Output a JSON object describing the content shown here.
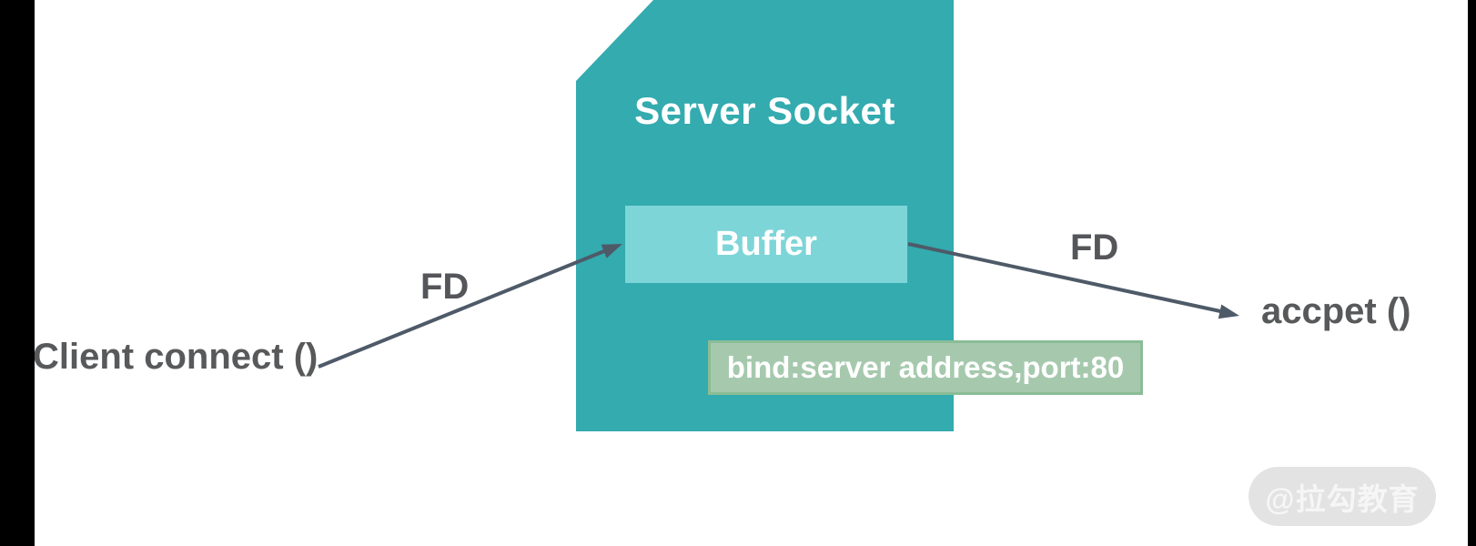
{
  "canvas": {
    "background": "#ffffff",
    "side_bar_color": "#000000"
  },
  "diagram": {
    "server_socket": {
      "title": "Server Socket",
      "fill": "#33abaf",
      "text_color": "#ffffff"
    },
    "buffer": {
      "label": "Buffer",
      "fill": "#7dd5d8",
      "text_color": "#ffffff"
    },
    "bind_label": {
      "text": "bind:server address,port:80",
      "fill": "#a6c9ae",
      "border_color": "#8abc96",
      "text_color": "#ffffff"
    },
    "client": {
      "label": "Client connect ()",
      "color": "#58595b"
    },
    "accept": {
      "label": "accpet ()",
      "color": "#58595b"
    },
    "fd_left": {
      "label": "FD",
      "color": "#55565a"
    },
    "fd_right": {
      "label": "FD",
      "color": "#55565a"
    },
    "arrow_color": "#4e5a68"
  },
  "watermark": {
    "text": "@拉勾教育",
    "pill_color": "#e3e3e3",
    "text_color": "#f6f6f6"
  }
}
